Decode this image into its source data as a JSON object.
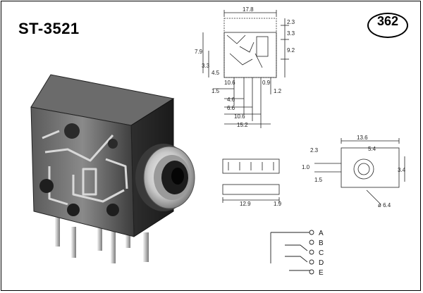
{
  "part": {
    "model": "ST-3521",
    "page_number": "362"
  },
  "dimensions_side": {
    "width": "17.8",
    "right_1": "2.3",
    "right_2": "3.3",
    "right_3": "9.2",
    "left_1": "7.9",
    "left_2": "3.3",
    "left_3": "4.5",
    "bottom_1": "10.6",
    "bottom_2": "1.5",
    "bottom_3": "4.6",
    "bottom_4": "6.6",
    "bottom_5": "10.6",
    "bottom_6": "1.2",
    "bottom_7": "15.2",
    "pin_pitch": "0.9"
  },
  "dimensions_bottom": {
    "length": "12.9",
    "small": "1.9"
  },
  "dimensions_front": {
    "width": "13.6",
    "inner": "5.4",
    "left_a": "2.3",
    "left_b": "1.0",
    "left_c": "1.5",
    "right_a": "3.4",
    "diameter": "ø 6.4"
  },
  "schematic_pins": [
    "A",
    "B",
    "C",
    "D",
    "E"
  ]
}
